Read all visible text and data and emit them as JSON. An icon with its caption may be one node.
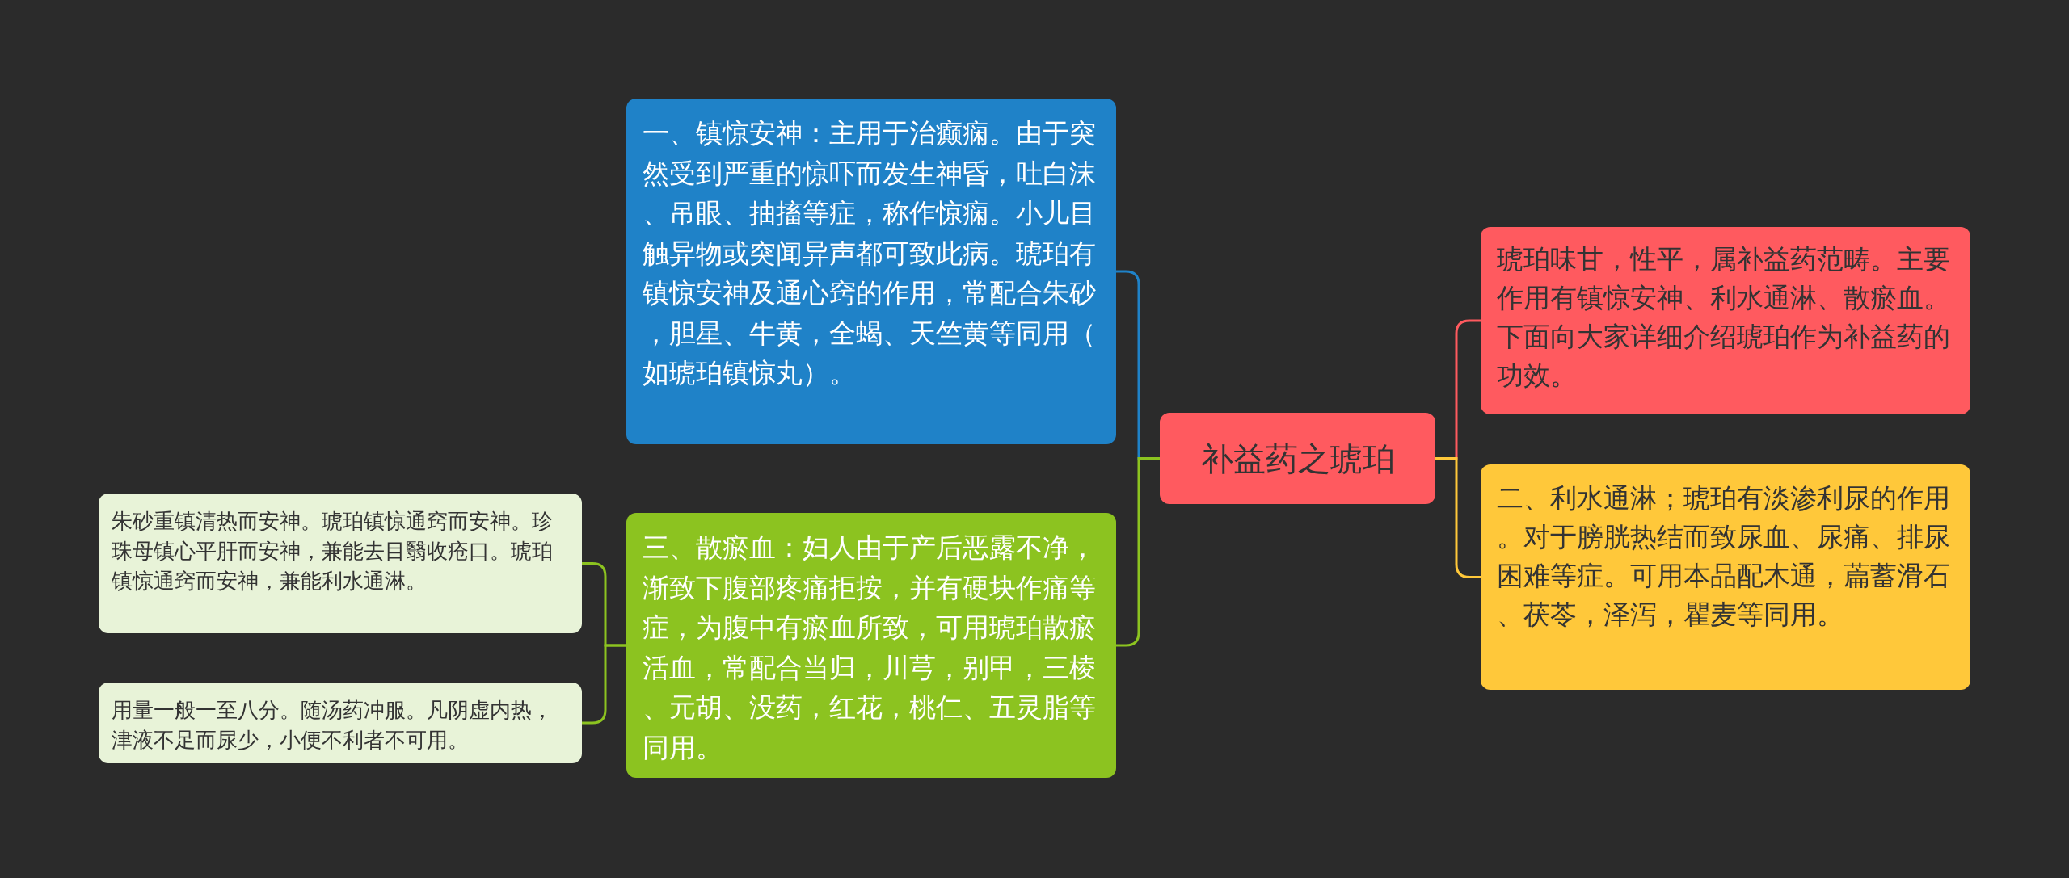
{
  "diagram": {
    "nodes": [
      {
        "text": [
          "补益药之琥珀"
        ]
      },
      {
        "text": [
          "一、镇惊安神：主用于治癫痫。由于突然受到严重的惊吓而发生神昏，吐白沫、吊眼、抽搐等症，称作惊痫。小儿目触异物或突闻异声都可致此病。琥珀有镇惊安神及通心窍的作用，常配合朱砂，胆星、牛黄，全蝎、天竺黄等同用（如琥珀镇惊丸）。"
        ]
      },
      {
        "text": [
          "三、散瘀血：妇人由于产后恶露不净，渐致下腹部疼痛拒按，并有硬块作痛等症，为腹中有瘀血所致，可用琥珀散瘀活血，常配合当归，川芎，别甲，三棱、元胡、没药，红花，桃仁、五灵脂等同用。"
        ]
      },
      {
        "text": [
          "琥珀味甘，性平，属补益药范畴。主要作用有镇惊安神、利水通淋、散瘀血。下面向大家详细介绍琥珀作为补益药的功效。"
        ]
      },
      {
        "text": [
          "二、利水通淋；琥珀有淡渗利尿的作用。对于膀胱热结而致尿血、尿痛、排尿困难等症。可用本品配木通，萹蓄滑石、茯苓，泽泻，瞿麦等同用。"
        ]
      },
      {
        "text": [
          "朱砂重镇清热而安神。琥珀镇惊通窍而安神。珍珠母镇心平肝而安神，兼能去目翳收疮口。琥珀镇惊通窍而安神，兼能利水通淋。"
        ]
      },
      {
        "text": [
          "用量一般一至八分。随汤药冲服。凡阴虚内热，津液不足而尿少，小便不利者不可用。"
        ]
      }
    ],
    "edges": [
      {
        "from": 0,
        "to": 1,
        "arrow": "none",
        "color": "#1f82c8"
      },
      {
        "from": 0,
        "to": 2,
        "arrow": "none",
        "color": "#8cc320"
      },
      {
        "from": 0,
        "to": 3,
        "arrow": "none",
        "color": "#ff5a5f"
      },
      {
        "from": 0,
        "to": 4,
        "arrow": "none",
        "color": "#ffc83a"
      },
      {
        "from": 2,
        "to": 5,
        "arrow": "none",
        "color": "#8cc320"
      },
      {
        "from": 2,
        "to": 6,
        "arrow": "none",
        "color": "#8cc320"
      }
    ]
  }
}
